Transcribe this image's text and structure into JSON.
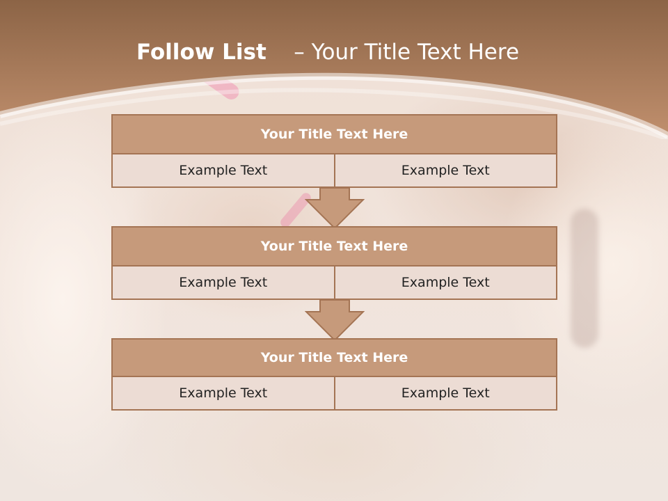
{
  "header": {
    "title_bold": "Follow List",
    "title_rest": "– Your Title Text Here"
  },
  "steps": [
    {
      "title": "Your Title Text Here",
      "left": "Example Text",
      "right": "Example Text"
    },
    {
      "title": "Your Title Text Here",
      "left": "Example Text",
      "right": "Example Text"
    },
    {
      "title": "Your Title Text Here",
      "left": "Example Text",
      "right": "Example Text"
    }
  ],
  "colors": {
    "header_band": "#b98a68",
    "title_fill": "#c69a7b",
    "cell_fill": "#ecdcd4",
    "border": "#a47454"
  },
  "icons": [
    "down-arrow-icon",
    "down-arrow-icon"
  ]
}
